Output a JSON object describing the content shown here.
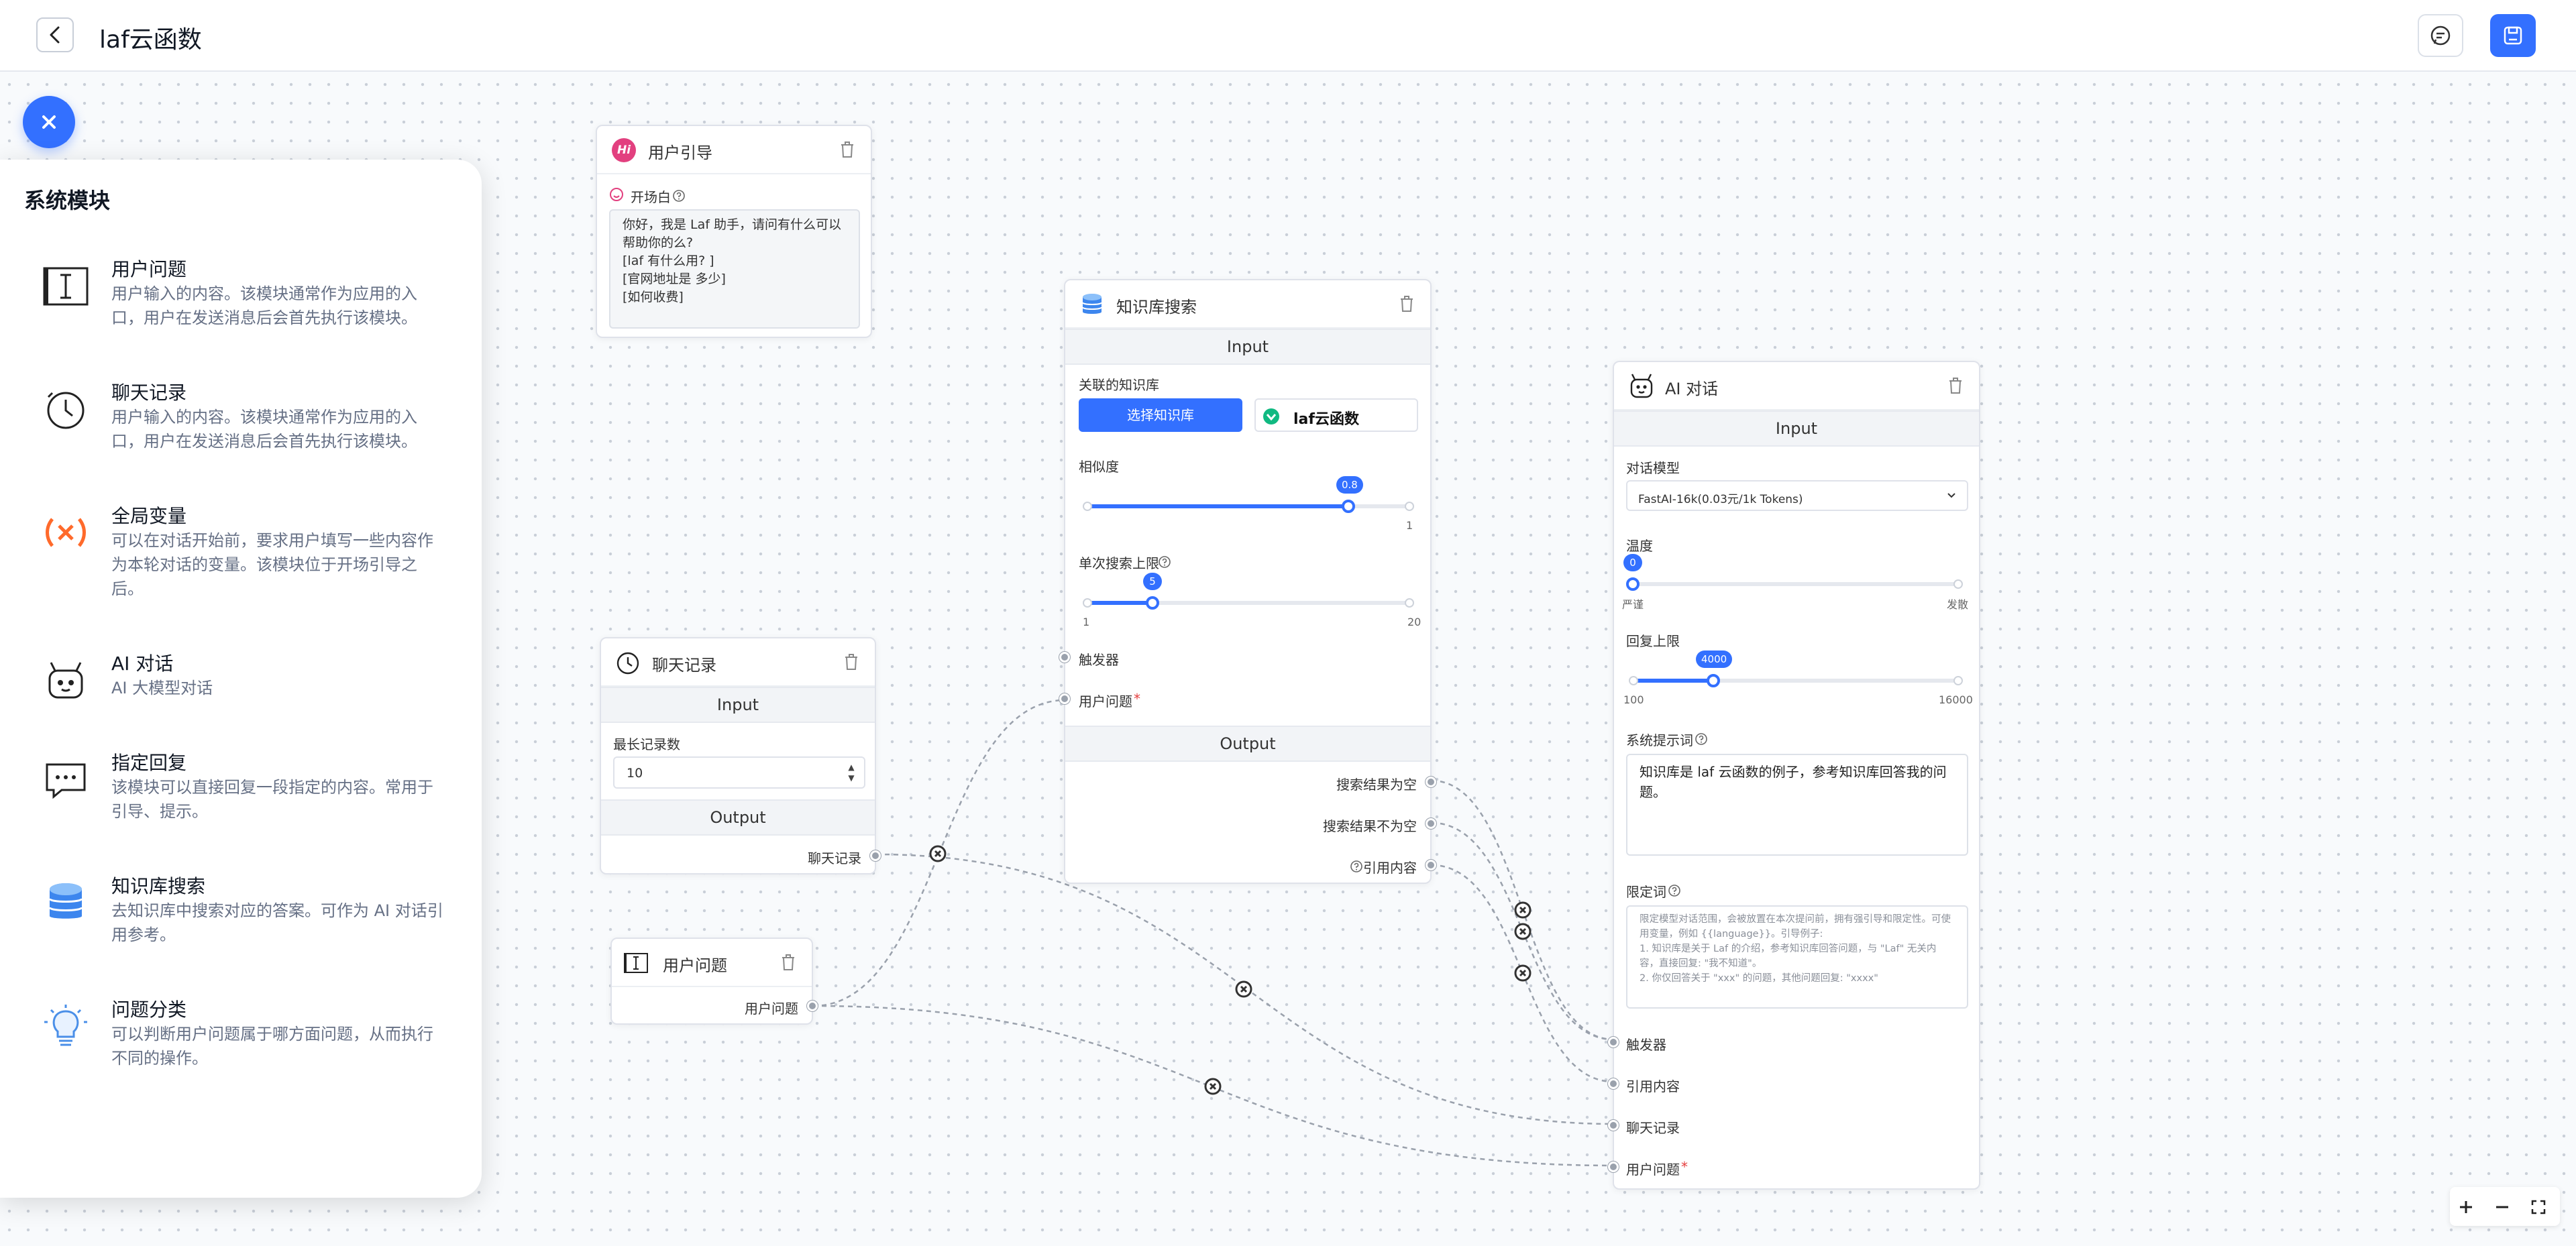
{
  "header": {
    "title": "laf云函数"
  },
  "panel": {
    "title": "系统模块",
    "modules": [
      {
        "name": "用户问题",
        "desc": "用户输入的内容。该模块通常作为应用的入口，用户在发送消息后会首先执行该模块。",
        "icon": "text-cursor-icon"
      },
      {
        "name": "聊天记录",
        "desc": "用户输入的内容。该模块通常作为应用的入口，用户在发送消息后会首先执行该模块。",
        "icon": "history-clock-icon"
      },
      {
        "name": "全局变量",
        "desc": "可以在对话开始前，要求用户填写一些内容作为本轮对话的变量。该模块位于开场引导之后。",
        "icon": "variable-x-icon"
      },
      {
        "name": "AI 对话",
        "desc": "AI 大模型对话",
        "icon": "robot-icon"
      },
      {
        "name": "指定回复",
        "desc": "该模块可以直接回复一段指定的内容。常用于引导、提示。",
        "icon": "chat-reply-icon"
      },
      {
        "name": "知识库搜索",
        "desc": "去知识库中搜索对应的答案。可作为 AI 对话引用参考。",
        "icon": "database-icon"
      },
      {
        "name": "问题分类",
        "desc": "可以判断用户问题属于哪方面问题，从而执行不同的操作。",
        "icon": "lightbulb-icon"
      }
    ]
  },
  "guide_node": {
    "title": "用户引导",
    "label": "开场白",
    "text": "你好，我是 Laf 助手，请问有什么可以帮助你的么?\n[laf 有什么用? ]\n[官网地址是 多少]\n[如何收费]"
  },
  "kb_node": {
    "title": "知识库搜索",
    "input": "Input",
    "output": "Output",
    "kb_label": "关联的知识库",
    "select_btn": "选择知识库",
    "kb_name": "laf云函数",
    "similarity_label": "相似度",
    "similarity_value": "0.8",
    "similarity_max": "1",
    "limit_label": "单次搜索上限",
    "limit_value": "5",
    "limit_min": "1",
    "limit_max": "20",
    "trigger": "触发器",
    "user_question": "用户问题",
    "out_empty": "搜索结果为空",
    "out_not_empty": "搜索结果不为空",
    "out_quote": "引用内容"
  },
  "history_node": {
    "title": "聊天记录",
    "input": "Input",
    "output": "Output",
    "max_label": "最长记录数",
    "max_value": "10",
    "out": "聊天记录"
  },
  "question_node": {
    "title": "用户问题",
    "out": "用户问题"
  },
  "ai_node": {
    "title": "AI 对话",
    "input": "Input",
    "model_label": "对话模型",
    "model_value": "FastAI-16k(0.03元/1k Tokens)",
    "temp_label": "温度",
    "temp_value": "0",
    "temp_left": "严谨",
    "temp_right": "发散",
    "reply_label": "回复上限",
    "reply_value": "4000",
    "reply_min": "100",
    "reply_max": "16000",
    "sys_label": "系统提示词",
    "sys_text": "知识库是 laf 云函数的例子，参考知识库回答我的问题。",
    "limit_label": "限定词",
    "limit_text": "限定模型对话范围，会被放置在本次提问前，拥有强引导和限定性。可使用变量，例如 {{language}}。引导例子:\n1. 知识库是关于 Laf 的介绍，参考知识库回答问题，与 \"Laf\" 无关内容，直接回复: \"我不知道\"。\n2. 你仅回答关于 \"xxx\" 的问题，其他问题回复: \"xxxx\"",
    "in_trigger": "触发器",
    "in_quote": "引用内容",
    "in_history": "聊天记录",
    "in_question": "用户问题"
  },
  "colors": {
    "accent": "#3370ff",
    "variable": "#ff6a2b",
    "guide": "#e2407f"
  }
}
